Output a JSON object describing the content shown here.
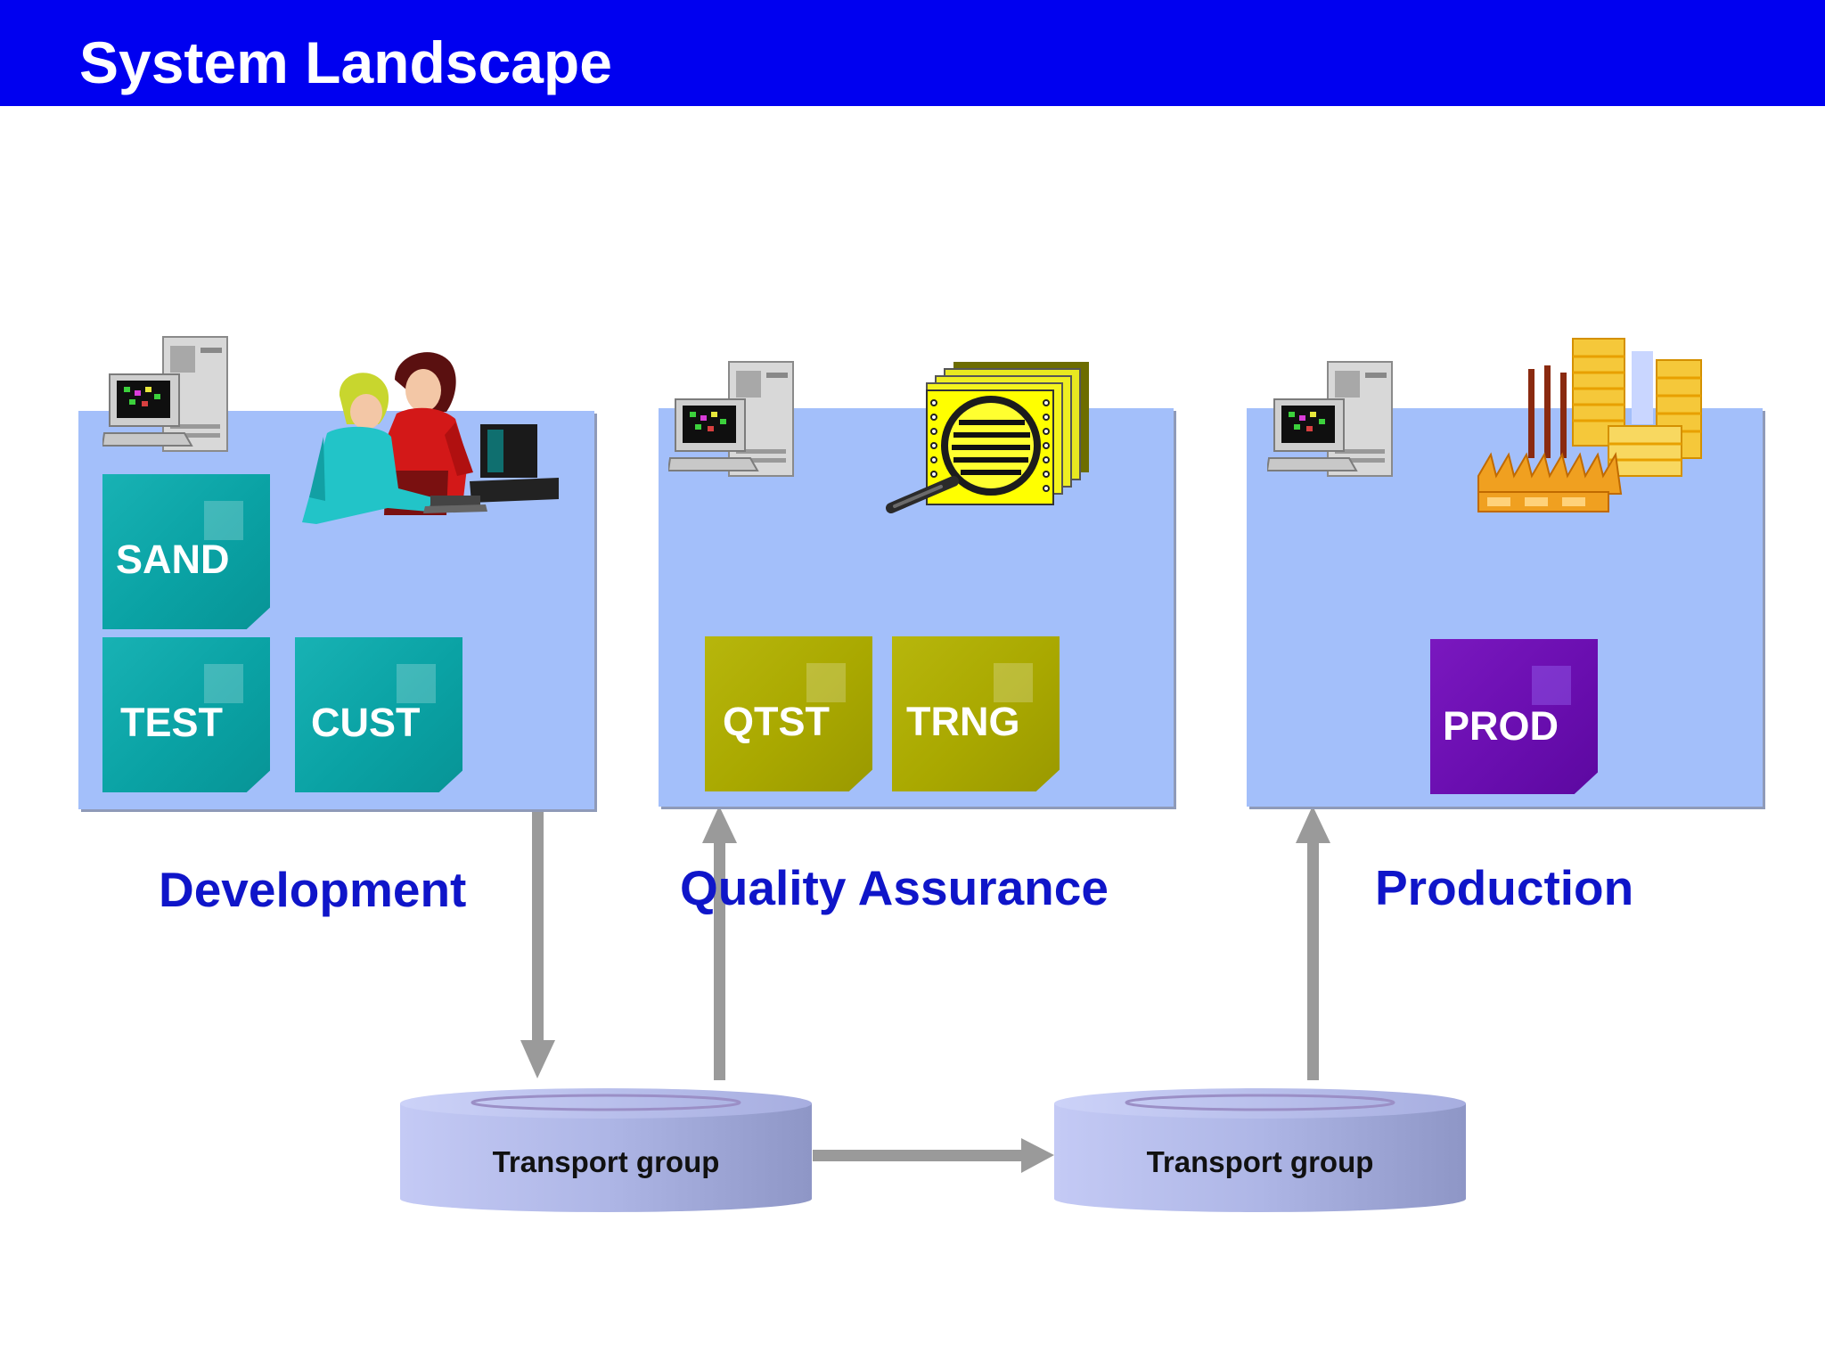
{
  "header": {
    "title": "System Landscape"
  },
  "stages": [
    {
      "name": "Development",
      "clients": [
        "SAND",
        "TEST",
        "CUST"
      ]
    },
    {
      "name": "Quality Assurance",
      "clients": [
        "QTST",
        "TRNG"
      ]
    },
    {
      "name": "Production",
      "clients": [
        "PROD"
      ]
    }
  ],
  "transport_groups": [
    {
      "label": "Transport group"
    },
    {
      "label": "Transport group"
    }
  ],
  "colors": {
    "title_bar": "#0000f0",
    "panel": "#a3bffa",
    "dev_client": "#0aa2a4",
    "qa_client": "#a9a800",
    "prod_client": "#6a0eb0",
    "stage_label": "#0f15c9",
    "arrow": "#9a9a9a",
    "transport_group": "#aab2e0"
  },
  "icons": {
    "workstation": "computer-workstation-icon",
    "developers": "people-at-computer-icon",
    "review": "document-magnifier-icon",
    "factory": "factory-icon"
  }
}
